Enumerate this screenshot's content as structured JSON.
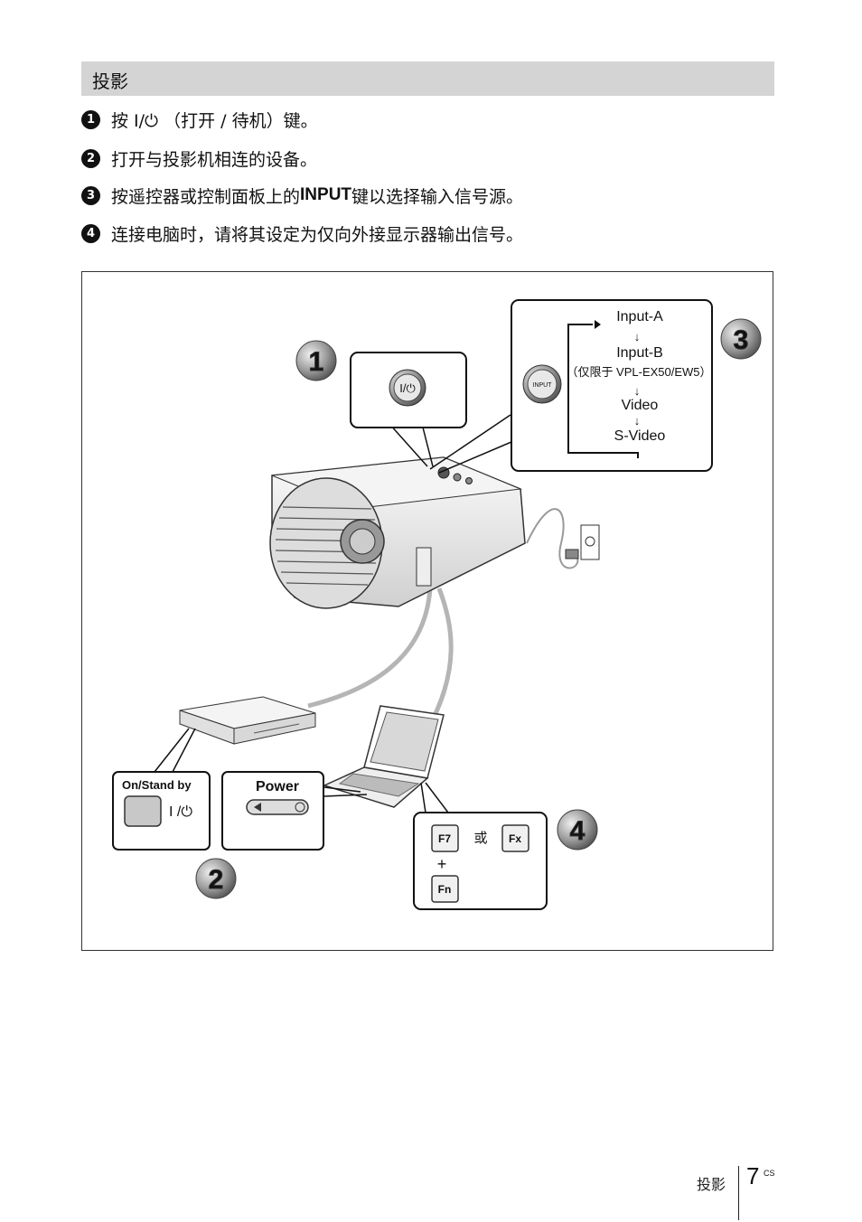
{
  "section_title": "投影",
  "steps": [
    {
      "num": "1",
      "pre": "按 I/⏻ （打开 / 待机）键。",
      "bold": "",
      "post": ""
    },
    {
      "num": "2",
      "pre": "打开与投影机相连的设备。",
      "bold": "",
      "post": ""
    },
    {
      "num": "3",
      "pre": "按遥控器或控制面板上的 ",
      "bold": "INPUT",
      "post": " 键以选择输入信号源。"
    },
    {
      "num": "4",
      "pre": "连接电脑时，请将其设定为仅向外接显示器输出信号。",
      "bold": "",
      "post": ""
    }
  ],
  "figure": {
    "callouts": [
      "1",
      "2",
      "3",
      "4"
    ],
    "power_button_label": "I/⏻",
    "input_button_label": "INPUT",
    "input_sequence": [
      "Input-A",
      "Input-B",
      "（仅限于 VPL-EX50/EW5）",
      "Video",
      "S-Video"
    ],
    "arrow_glyph": "↓",
    "dvd_panel": {
      "title": "On/Stand by",
      "symbol": "I /⏻"
    },
    "laptop_panel": {
      "title": "Power"
    },
    "key_panel": {
      "key1": "F7",
      "or_text": "或",
      "key2": "Fx",
      "plus": "+",
      "key3": "Fn"
    }
  },
  "footer": {
    "label": "投影",
    "page": "7",
    "suffix": "CS"
  }
}
